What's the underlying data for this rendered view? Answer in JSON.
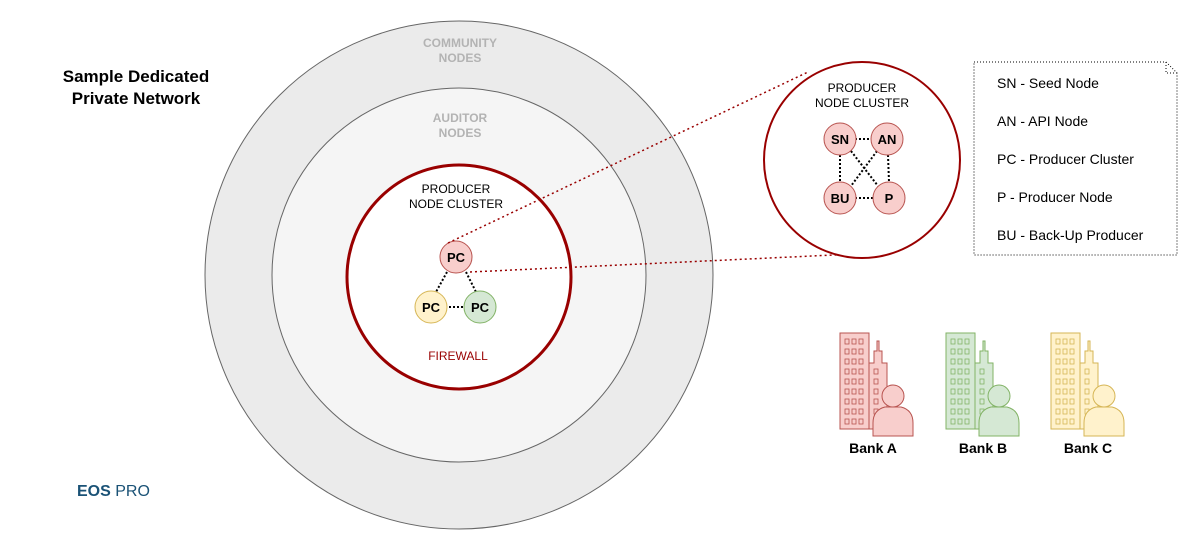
{
  "title_lines": [
    "Sample Dedicated",
    "Private Network"
  ],
  "rings": {
    "community": [
      "COMMUNITY",
      "NODES"
    ],
    "auditor": [
      "AUDITOR",
      "NODES"
    ]
  },
  "cluster": {
    "label_lines": [
      "PRODUCER",
      "NODE CLUSTER"
    ],
    "firewall": "FIREWALL",
    "nodes": [
      {
        "text": "PC",
        "color": "red"
      },
      {
        "text": "PC",
        "color": "yellow"
      },
      {
        "text": "PC",
        "color": "green"
      }
    ]
  },
  "zoom": {
    "label_lines": [
      "PRODUCER",
      "NODE CLUSTER"
    ],
    "nodes": [
      {
        "text": "SN"
      },
      {
        "text": "AN"
      },
      {
        "text": "BU"
      },
      {
        "text": "P"
      }
    ]
  },
  "legend": [
    "SN - Seed Node",
    "AN - API Node",
    "PC - Producer Cluster",
    "P - Producer Node",
    "BU - Back-Up Producer"
  ],
  "banks": [
    {
      "label": "Bank A",
      "fill": "#f8cecc",
      "stroke": "#b85450"
    },
    {
      "label": "Bank B",
      "fill": "#d5e8d4",
      "stroke": "#82b366"
    },
    {
      "label": "Bank C",
      "fill": "#fff2cc",
      "stroke": "#d6b656"
    }
  ],
  "brand": {
    "bold": "EOS",
    "regular": " PRO"
  },
  "colors": {
    "red_fill": "#f8cecc",
    "red_stroke": "#b85450",
    "yellow_fill": "#fff2cc",
    "yellow_stroke": "#d6b656",
    "green_fill": "#d5e8d4",
    "green_stroke": "#82b366",
    "firewall": "#990000",
    "brand": "#1a5276"
  }
}
